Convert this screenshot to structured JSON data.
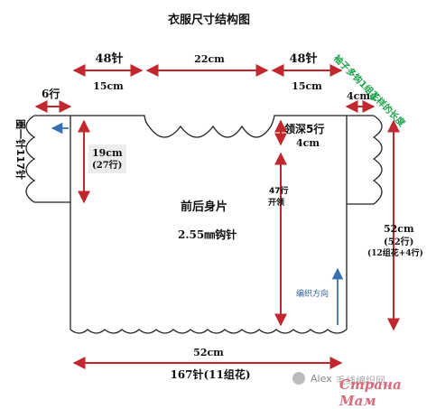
{
  "title": "衣服尺寸结构图",
  "top": {
    "left_stitches": "48针",
    "left_cm": "15cm",
    "center_cm": "22cm",
    "right_stitches": "48针",
    "right_cm": "15cm"
  },
  "sleeve_note": "袖子多钩1组花样的长度",
  "left_sleeve": {
    "rows": "6行",
    "side_label": "圈一针117针"
  },
  "right_sleeve": {
    "cm": "4cm"
  },
  "armhole": {
    "cm": "19cm",
    "rows": "(27行)"
  },
  "neck": {
    "depth_rows": "领深5行",
    "depth_cm": "4cm"
  },
  "opening": {
    "rows": "47行",
    "label": "开领"
  },
  "body": {
    "name": "前后身片",
    "hook": "2.55㎜钩针"
  },
  "knit_direction": "编织方向",
  "right_side": {
    "cm": "52cm",
    "rows": "(52行)",
    "detail": "(12组花+4行)"
  },
  "bottom": {
    "cm": "52cm",
    "stitches": "167针(11组花)"
  },
  "watermark": {
    "text_left": "Alex",
    "text_mid": "毛线编织网",
    "brand": "Страна Мам"
  },
  "colors": {
    "red": "#c0282d",
    "blue": "#3a6fb0",
    "green": "#1aa34a"
  }
}
